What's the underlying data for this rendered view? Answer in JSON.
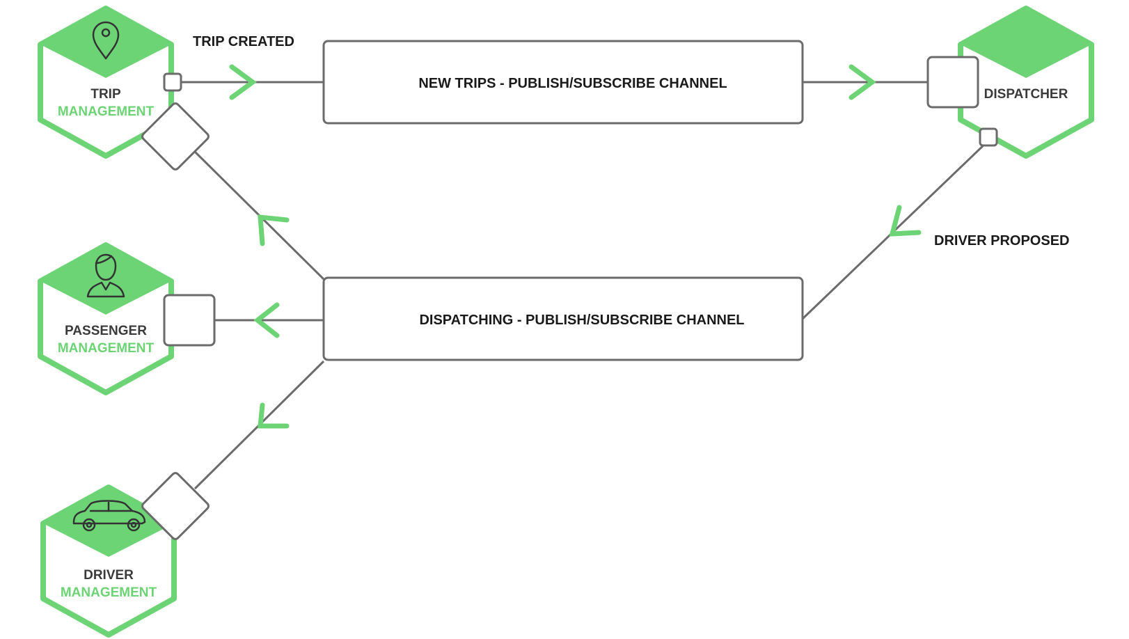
{
  "services": {
    "trip": {
      "line1": "TRIP",
      "line2": "MANAGEMENT",
      "icon": "map-pin-icon"
    },
    "passenger": {
      "line1": "PASSENGER",
      "line2": "MANAGEMENT",
      "icon": "person-icon"
    },
    "driver": {
      "line1": "DRIVER",
      "line2": "MANAGEMENT",
      "icon": "car-icon"
    },
    "dispatcher": {
      "line1": "DISPATCHER"
    }
  },
  "channels": {
    "new_trips": "NEW TRIPS - PUBLISH/SUBSCRIBE CHANNEL",
    "dispatching": "DISPATCHING - PUBLISH/SUBSCRIBE CHANNEL"
  },
  "events": {
    "trip_created": "TRIP CREATED",
    "driver_proposed": "DRIVER PROPOSED"
  },
  "colors": {
    "accent": "#6cd474",
    "wire": "#6b6b6b",
    "text": "#1a1a1a"
  }
}
